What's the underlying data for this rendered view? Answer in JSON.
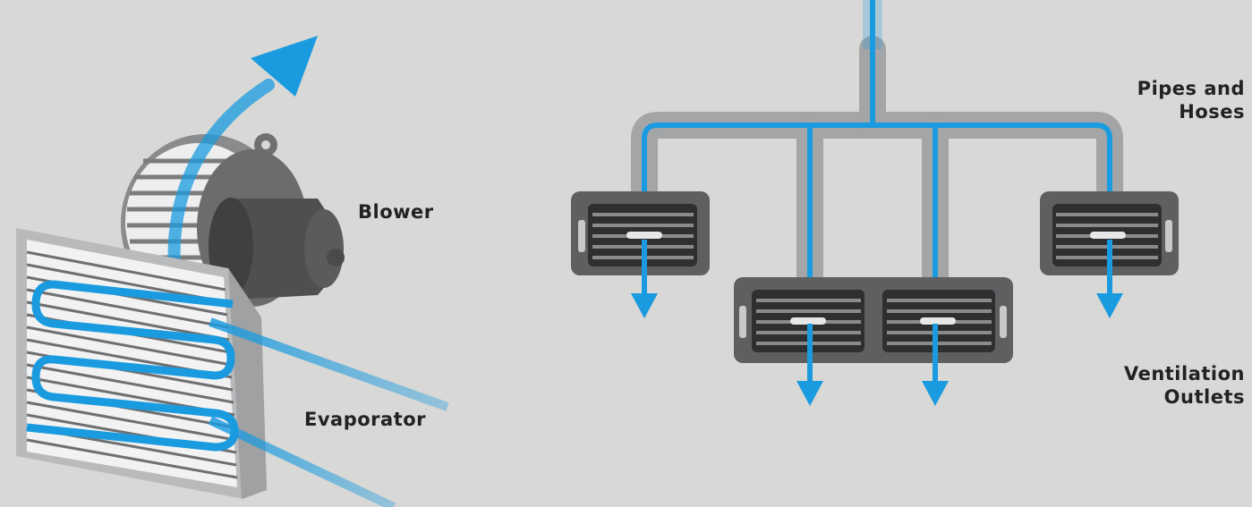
{
  "labels": {
    "blower": "Blower",
    "evaporator": "Evaporator",
    "pipes_line1": "Pipes and",
    "pipes_line2": "Hoses",
    "vent_line1": "Ventilation",
    "vent_line2": "Outlets"
  },
  "colors": {
    "background": "#d8d8d6",
    "airflow": "#1a9be0",
    "pipe": "#a3a5a7",
    "vent_body": "#5e5f61",
    "vent_grille": "#2e2f31",
    "text": "#222222"
  }
}
